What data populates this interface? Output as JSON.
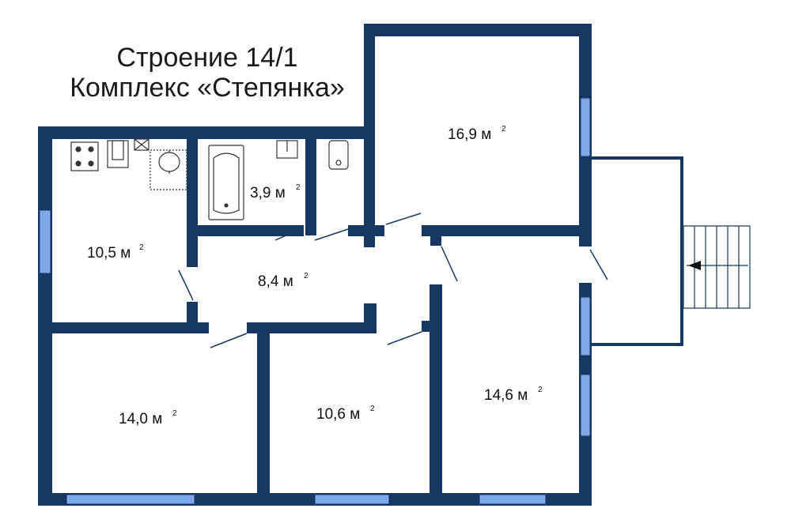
{
  "title": {
    "line1": "Строение 14/1",
    "line2": "Комплекс «Степянка»"
  },
  "rooms": {
    "kitchen": {
      "area": "10,5 м",
      "unit_power": "2"
    },
    "bathroom": {
      "area": "3,9 м",
      "unit_power": "2"
    },
    "hall": {
      "area": "8,4 м",
      "unit_power": "2"
    },
    "room_top": {
      "area": "16,9 м",
      "unit_power": "2"
    },
    "room_left": {
      "area": "14,0 м",
      "unit_power": "2"
    },
    "room_middle": {
      "area": "10,6 м",
      "unit_power": "2"
    },
    "room_right": {
      "area": "14,6 м",
      "unit_power": "2"
    }
  },
  "colors": {
    "wall": "#173763",
    "window": "#7fa6e8",
    "fixture_line": "#333333"
  }
}
